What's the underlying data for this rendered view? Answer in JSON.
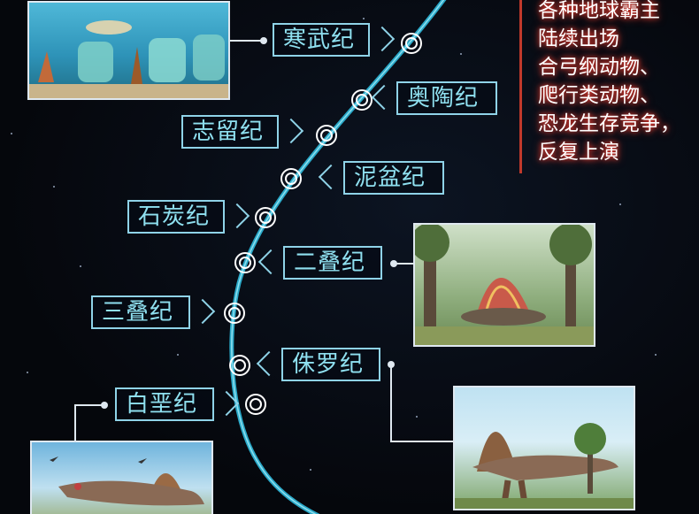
{
  "periods": [
    {
      "id": "cambrian",
      "label": "寒武纪"
    },
    {
      "id": "ordovician",
      "label": "奥陶纪"
    },
    {
      "id": "silurian",
      "label": "志留纪"
    },
    {
      "id": "devonian",
      "label": "泥盆纪"
    },
    {
      "id": "carboniferous",
      "label": "石炭纪"
    },
    {
      "id": "permian",
      "label": "二叠纪"
    },
    {
      "id": "triassic",
      "label": "三叠纪"
    },
    {
      "id": "jurassic",
      "label": "侏罗纪"
    },
    {
      "id": "cretaceous",
      "label": "白垩纪"
    }
  ],
  "caption_lines": [
    "各种地球霸主",
    "陆续出场",
    "合弓纲动物、",
    "爬行类动物、",
    "恐龙生存竞争，",
    "反复上演"
  ],
  "colors": {
    "timeline": "#2aa9c9",
    "label": "#8fe0f0",
    "caption_glow": "#ff3b2f",
    "caption_border": "#c0392b"
  }
}
